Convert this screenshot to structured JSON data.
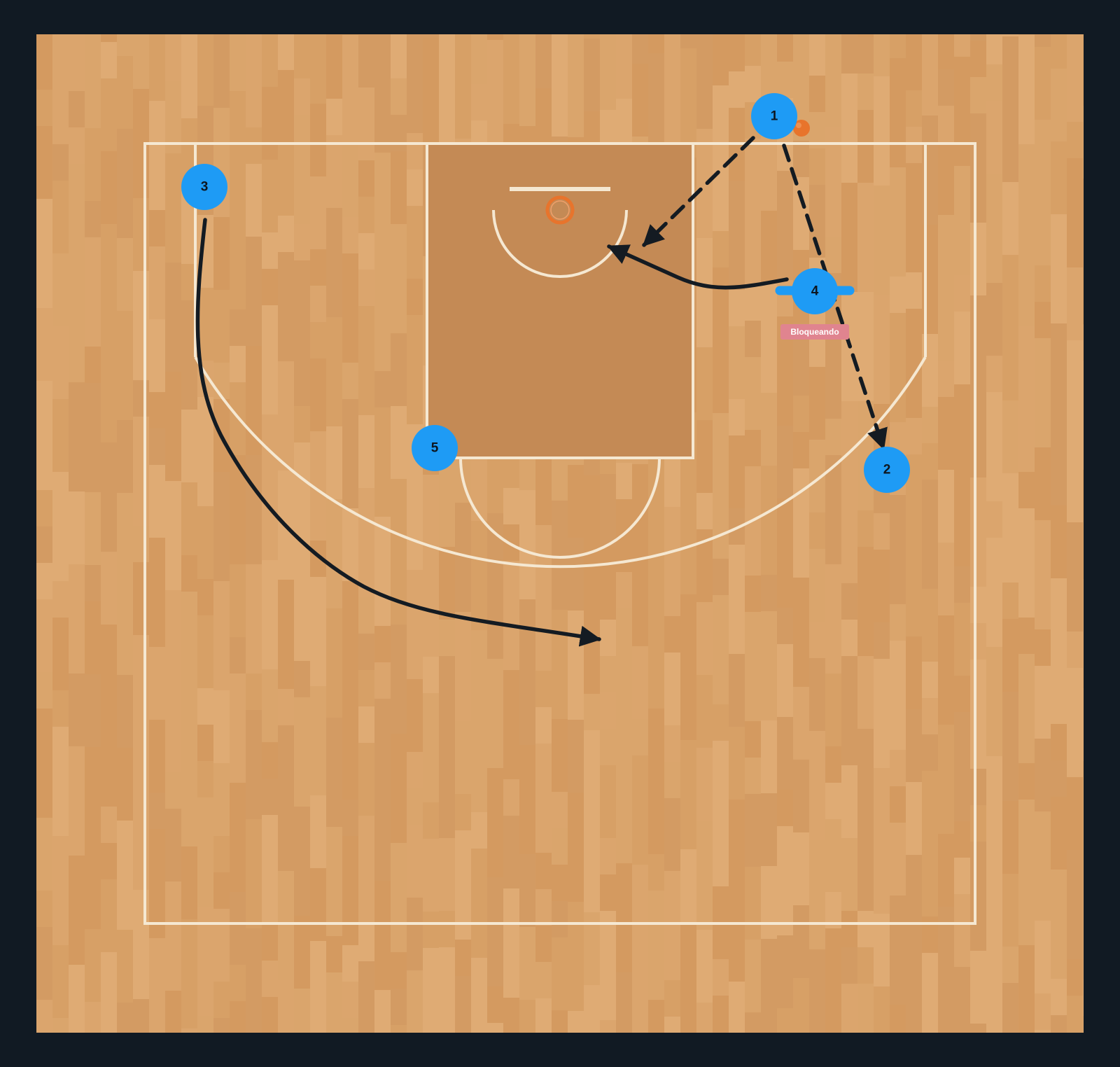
{
  "colors": {
    "background": "#111a23",
    "court_wood_base": "#d9a46b",
    "paint": "#c48a55",
    "lines": "#f5e8d2",
    "player_fill": "#1e9bf5",
    "player_text": "#0d1620",
    "arrow": "#141b22",
    "ball": "#e8742c",
    "rim": "#e8742c",
    "tag_fill": "#e0848f",
    "tag_text": "#ffffff"
  },
  "players": [
    {
      "label": "1",
      "role": "ball-handler"
    },
    {
      "label": "2",
      "role": "wing"
    },
    {
      "label": "3",
      "role": "corner"
    },
    {
      "label": "4",
      "role": "screener",
      "tag": "Bloqueando"
    },
    {
      "label": "5",
      "role": "elbow"
    }
  ],
  "actions": [
    {
      "type": "pass",
      "from": "1",
      "to": "basket"
    },
    {
      "type": "pass",
      "from": "1",
      "to": "2"
    },
    {
      "type": "cut",
      "from": "4",
      "to": "basket"
    },
    {
      "type": "cut",
      "from": "3",
      "to": "top"
    },
    {
      "type": "screen",
      "by": "4"
    }
  ],
  "icons": {
    "ball": "basketball-icon",
    "hoop": "hoop-icon"
  }
}
